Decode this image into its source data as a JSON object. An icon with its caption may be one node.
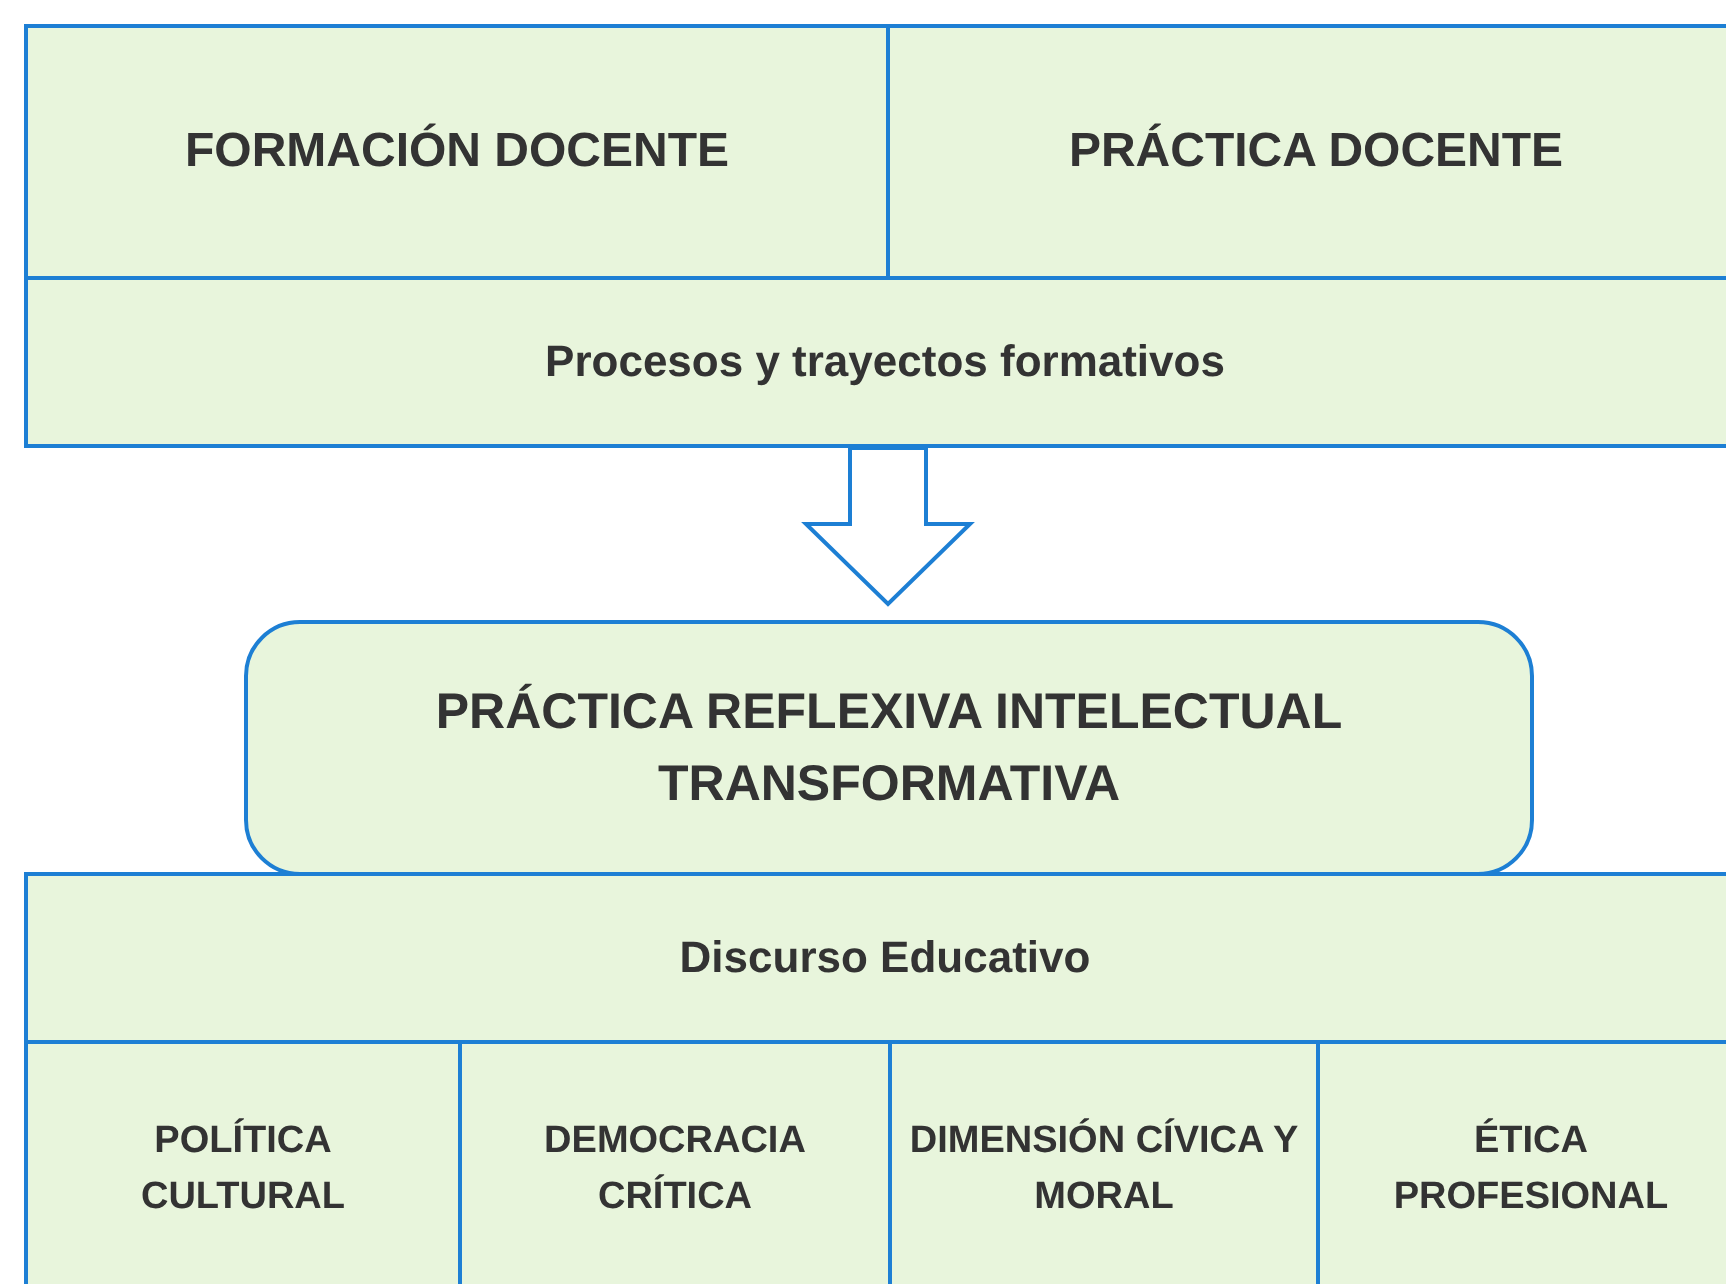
{
  "diagram": {
    "nodes": [
      {
        "text": [
          "FORMACIÓN DOCENTE"
        ]
      },
      {
        "text": [
          "PRÁCTICA DOCENTE"
        ]
      },
      {
        "text": [
          "Procesos y trayectos formativos"
        ]
      },
      {
        "text": [
          "PRÁCTICA REFLEXIVA INTELECTUAL TRANSFORMATIVA"
        ]
      },
      {
        "text": [
          "Discurso Educativo"
        ]
      },
      {
        "text": [
          "POLÍTICA CULTURAL"
        ]
      },
      {
        "text": [
          "DEMOCRACIA CRÍTICA"
        ]
      },
      {
        "text": [
          "DIMENSIÓN CÍVICA Y MORAL"
        ]
      },
      {
        "text": [
          "ÉTICA PROFESIONAL"
        ]
      }
    ],
    "edges": [
      {
        "from": 2,
        "to": 3,
        "arrow": "to"
      }
    ]
  }
}
